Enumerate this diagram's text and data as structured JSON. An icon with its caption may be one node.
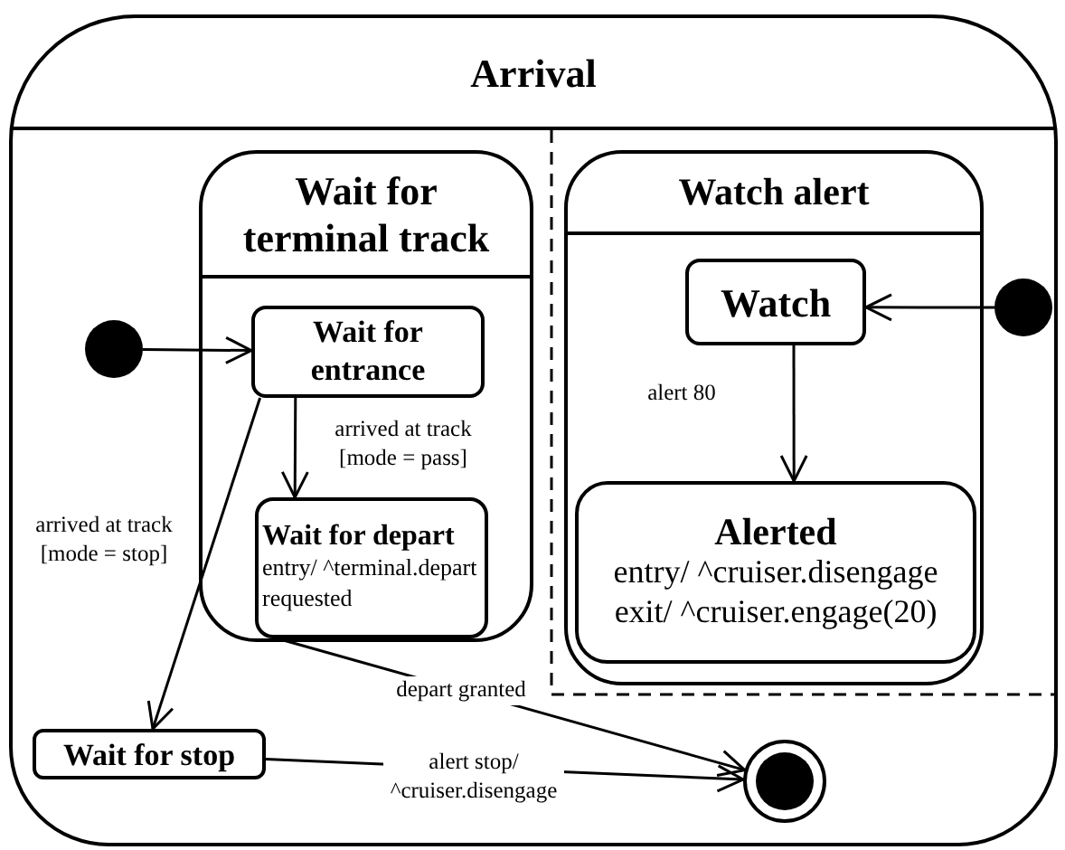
{
  "diagram": {
    "nodes": [
      {
        "text": [
          "Arrival"
        ]
      },
      {
        "text": [
          "Wait for terminal track"
        ],
        "in": 0
      },
      {
        "text": [],
        "shape": "circle",
        "in": 0
      },
      {
        "text": [
          "Wait for entrance"
        ],
        "in": 1
      },
      {
        "text": [
          "Wait for depart",
          "entry/ ^terminal.depart requested"
        ],
        "in": 1
      },
      {
        "text": [
          "Watch alert"
        ],
        "in": 0
      },
      {
        "text": [
          "Watch"
        ],
        "in": 5
      },
      {
        "text": [],
        "shape": "circle",
        "in": 0
      },
      {
        "text": [
          "Alerted",
          "entry/ ^cruiser.disengage",
          "exit/ ^cruiser.engage(20)"
        ],
        "in": 5
      },
      {
        "text": [
          "Wait for stop"
        ],
        "in": 0
      },
      {
        "text": [],
        "shape": "bullseye",
        "in": 0
      }
    ],
    "edges": [
      {
        "from": 2,
        "to": 3,
        "arrow": "to"
      },
      {
        "from": 3,
        "to": 4,
        "arrow": "to",
        "label": "arrived at track [mode = pass]"
      },
      {
        "from": 3,
        "to": 9,
        "arrow": "to",
        "label": "arrived at track [mode = stop]"
      },
      {
        "from": 7,
        "to": 6,
        "arrow": "to"
      },
      {
        "from": 6,
        "to": 8,
        "arrow": "to",
        "label": "alert 80"
      },
      {
        "from": 4,
        "to": 10,
        "arrow": "to",
        "label": "depart granted"
      },
      {
        "from": 9,
        "to": 10,
        "arrow": "to",
        "label": "alert stop/ ^cruiser.disengage"
      }
    ]
  }
}
